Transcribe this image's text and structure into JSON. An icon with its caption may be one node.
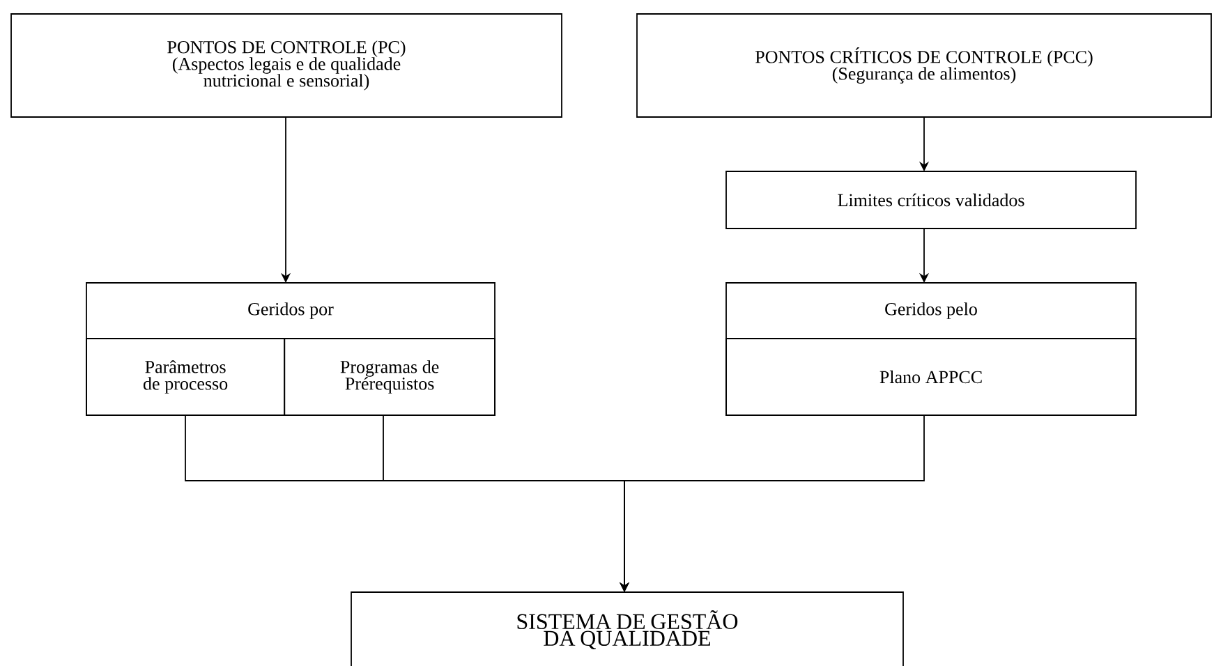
{
  "diagram": {
    "nodes": [
      {
        "text": [
          "PONTOS DE CONTROLE (PC)",
          "(Aspectos legais e de qualidade nutricional e sensorial)"
        ]
      },
      {
        "text": [
          "PONTOS CRÍTICOS DE CONTROLE (PCC)",
          "(Segurança de alimentos)"
        ]
      },
      {
        "text": [
          "Limites críticos validados"
        ]
      },
      {
        "text": [
          "Geridos por"
        ]
      },
      {
        "text": [
          "Parâmetros de processo"
        ],
        "in": 3
      },
      {
        "text": [
          "Programas de Prérequistos"
        ],
        "in": 3
      },
      {
        "text": [
          "Geridos pelo"
        ]
      },
      {
        "text": [
          "Plano APPCC"
        ],
        "in": 6
      },
      {
        "text": [
          "SISTEMA DE GESTÃO DA QUALIDADE"
        ]
      }
    ],
    "edges": [
      {
        "from": 0,
        "to": 3,
        "arrow": "to"
      },
      {
        "from": 1,
        "to": 2,
        "arrow": "to"
      },
      {
        "from": 2,
        "to": 6,
        "arrow": "to"
      },
      {
        "from": 4,
        "to": 8,
        "arrow": "to"
      },
      {
        "from": 5,
        "to": 8,
        "arrow": "to"
      },
      {
        "from": 7,
        "to": 8,
        "arrow": "to"
      }
    ]
  }
}
